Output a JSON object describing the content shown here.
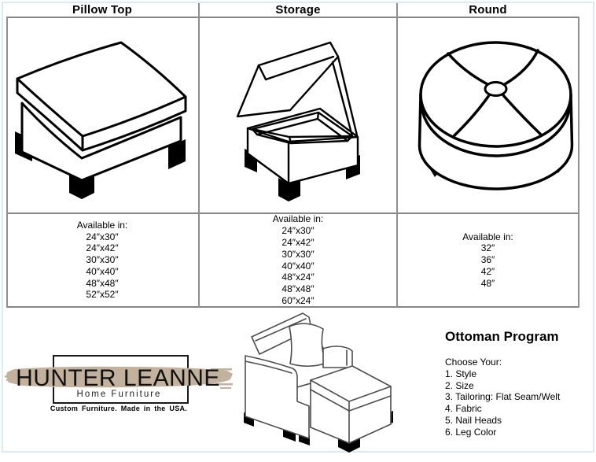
{
  "table": {
    "columns": [
      {
        "header": "Pillow Top",
        "illustration": "pillow-top-ottoman-drawing",
        "available_label": "Available in:",
        "sizes": [
          "24″x30″",
          "24″x42″",
          "30″x30″",
          "40″x40″",
          "48″x48″",
          "52″x52″"
        ]
      },
      {
        "header": "Storage",
        "illustration": "storage-ottoman-drawing",
        "available_label": "Available in:",
        "sizes": [
          "24″x30″",
          "24″x42″",
          "30″x30″",
          "40″x40″",
          "48″x24″",
          "48″x48″",
          "60″x24″"
        ]
      },
      {
        "header": "Round",
        "illustration": "round-ottoman-drawing",
        "available_label": "Available in:",
        "sizes": [
          "32″",
          "36″",
          "42″",
          "48″"
        ]
      }
    ]
  },
  "footer": {
    "brand": {
      "name": "HUNTER LEANNE",
      "division": "Home Furniture",
      "tagline": "Custom Furniture. Made in the USA.",
      "brush_color": "#c2b19c"
    },
    "illustration": "chair-with-ottoman-drawing",
    "program": {
      "title": "Ottoman Program",
      "intro": "Choose Your:",
      "options": [
        "1. Style",
        "2. Size",
        "3. Tailoring: Flat Seam/Welt",
        "4. Fabric",
        "5. Nail Heads",
        "6. Leg Color"
      ]
    }
  },
  "colors": {
    "grid_line": "#868686",
    "page_border": "#d9ecf4",
    "drawing_ink": "#000000",
    "chair_ink": "#4d4d4d",
    "brush": "#c2b19c"
  }
}
